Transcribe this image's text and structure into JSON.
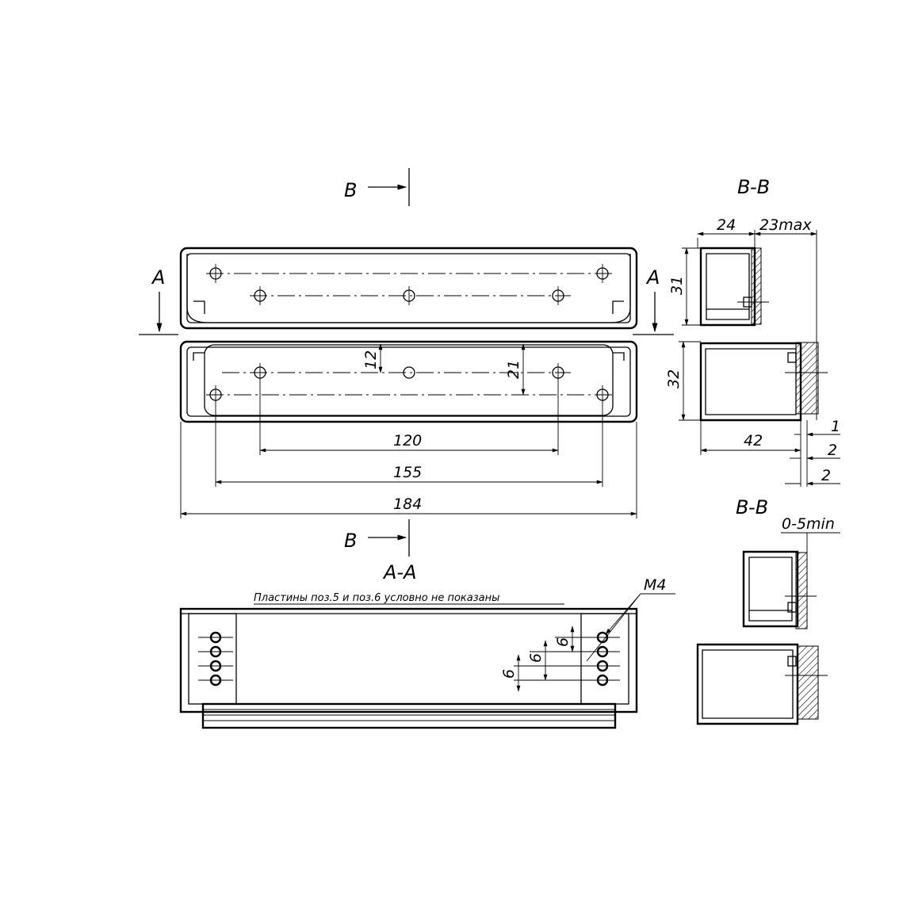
{
  "section_marks": {
    "b_top": "B",
    "b_bottom": "B",
    "a_left": "A",
    "a_right": "A"
  },
  "view_titles": {
    "bb_top": "B-B",
    "bb_mid": "B-B",
    "aa": "A-A"
  },
  "note": "Пластины поз.5 и поз.6 условно не показаны",
  "thread_label": "M4",
  "dimensions": {
    "d120": "120",
    "d155": "155",
    "d184": "184",
    "d12": "12",
    "d21": "21",
    "d24": "24",
    "d23max": "23max",
    "d31": "31",
    "d32": "32",
    "d42": "42",
    "d1": "1",
    "d2a": "2",
    "d2b": "2",
    "d05min": "0-5min",
    "d6a": "6",
    "d6b": "6",
    "d6c": "6"
  }
}
